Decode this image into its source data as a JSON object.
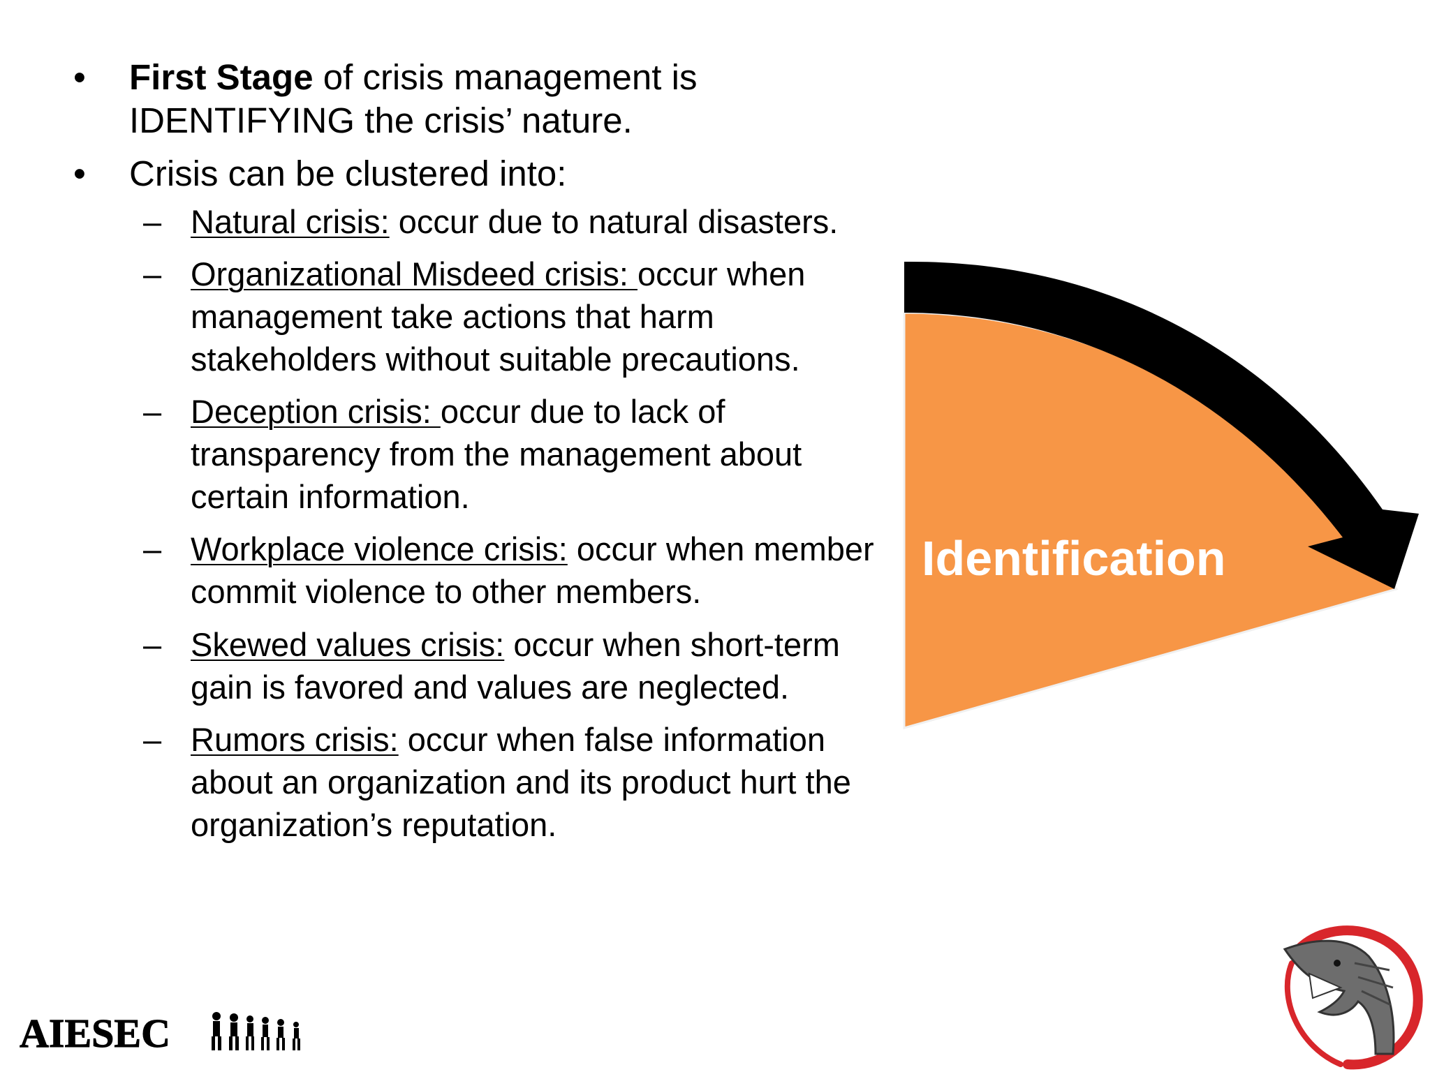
{
  "bullets": [
    {
      "marker": "•",
      "bold": "First Stage",
      "text": " of crisis management is IDENTIFYING the crisis’ nature."
    },
    {
      "marker": "•",
      "text": "Crisis can be clustered into:"
    }
  ],
  "sub_items": [
    {
      "marker": "–",
      "term": "Natural crisis:",
      "text": " occur due to natural disasters."
    },
    {
      "marker": "–",
      "term": "Organizational Misdeed crisis: ",
      "text": "occur when management take actions that harm stakeholders without suitable precautions."
    },
    {
      "marker": "–",
      "term": "Deception crisis: ",
      "text": "occur due to lack of transparency from the management about certain information."
    },
    {
      "marker": "–",
      "term": "Workplace violence crisis:",
      "text": " occur when member commit violence to other members."
    },
    {
      "marker": "–",
      "term": "Skewed values crisis:",
      "text": " occur when short-term gain is favored and values are neglected."
    },
    {
      "marker": "–",
      "term": "Rumors crisis:",
      "text": " occur when false information about an organization and its product hurt the organization’s reputation."
    }
  ],
  "diagram": {
    "label": "Identification",
    "fill_color": "#F79646",
    "arrow_color": "#000000"
  },
  "logo": {
    "text": "AIESEC"
  }
}
